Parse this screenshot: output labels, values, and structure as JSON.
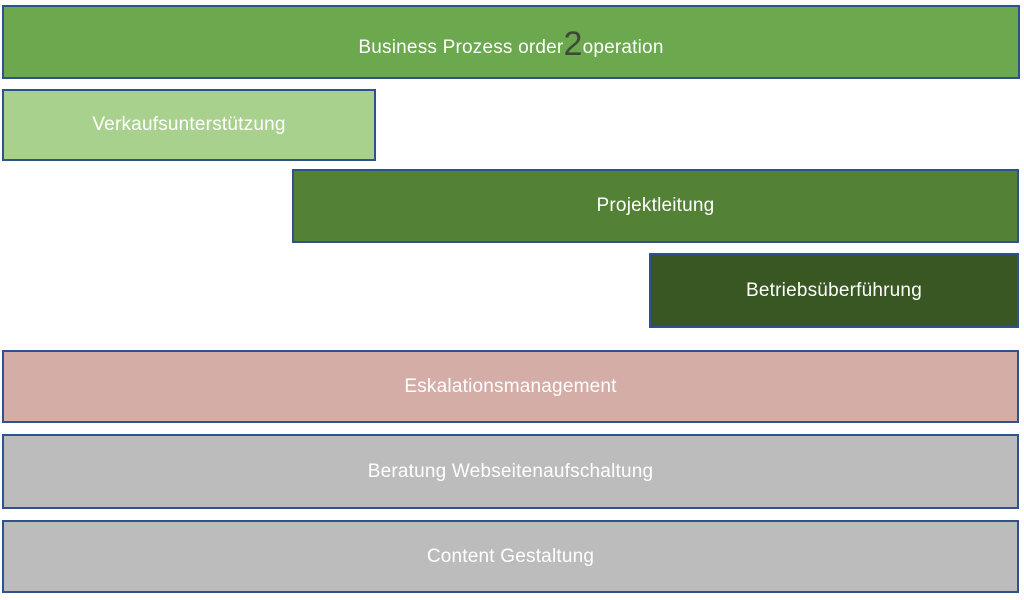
{
  "diagram": {
    "description_title": "Business process phase bars",
    "colors": {
      "border": "#2F528F",
      "text": "#FFFFFF",
      "highlight_digit": "#3E4A37",
      "background": "#FFFFFF"
    },
    "bars": [
      {
        "name": "business-prozess-order2operation",
        "label": "Business Prozess order2operation",
        "label_prefix": "Business Prozess order",
        "label_highlight": "2",
        "label_suffix": "operation",
        "fill": "#6BA84E"
      },
      {
        "name": "verkaufsunterstuetzung",
        "label": "Verkaufsunterstützung",
        "fill": "#A9D18E"
      },
      {
        "name": "projektleitung",
        "label": "Projektleitung",
        "fill": "#538135"
      },
      {
        "name": "betriebsueberfuehrung",
        "label": "Betriebsüberführung",
        "fill": "#385723"
      },
      {
        "name": "eskalationsmanagement",
        "label": "Eskalationsmanagement",
        "fill": "#D4ADA7"
      },
      {
        "name": "beratung-webseitenaufschaltung",
        "label": "Beratung Webseitenaufschaltung",
        "fill": "#BCBCBC"
      },
      {
        "name": "content-gestaltung",
        "label": "Content Gestaltung",
        "fill": "#BCBCBC"
      }
    ]
  }
}
